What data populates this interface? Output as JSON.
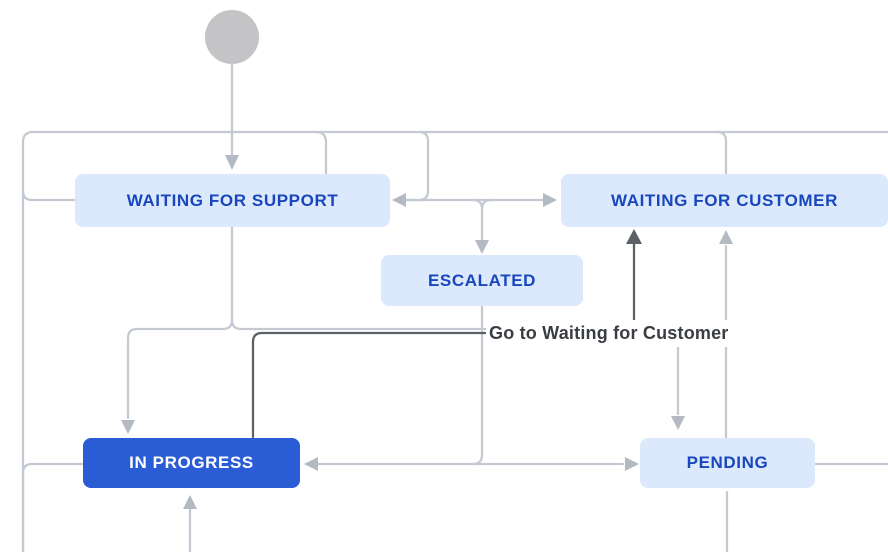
{
  "diagram": {
    "type": "workflow",
    "start_node": {
      "name": "create-start-node"
    },
    "states": [
      {
        "id": "waiting-for-support",
        "label": "WAITING FOR SUPPORT",
        "selected": false
      },
      {
        "id": "waiting-for-customer",
        "label": "WAITING FOR CUSTOMER",
        "selected": false
      },
      {
        "id": "escalated",
        "label": "ESCALATED",
        "selected": false
      },
      {
        "id": "in-progress",
        "label": "IN PROGRESS",
        "selected": true
      },
      {
        "id": "pending",
        "label": "PENDING",
        "selected": false
      }
    ],
    "transition_label": "Go to Waiting for Customer",
    "colors": {
      "state_bg": "#dce9fc",
      "state_text": "#1847bd",
      "selected_bg": "#2a5cd5",
      "selected_text": "#ffffff",
      "line": "#c5cad2",
      "arrow": "#b4bac4",
      "dark_line": "#5d6167",
      "label_text": "#3a3d42",
      "start_node": "#c4c4c6",
      "background": "#ffffff"
    }
  }
}
